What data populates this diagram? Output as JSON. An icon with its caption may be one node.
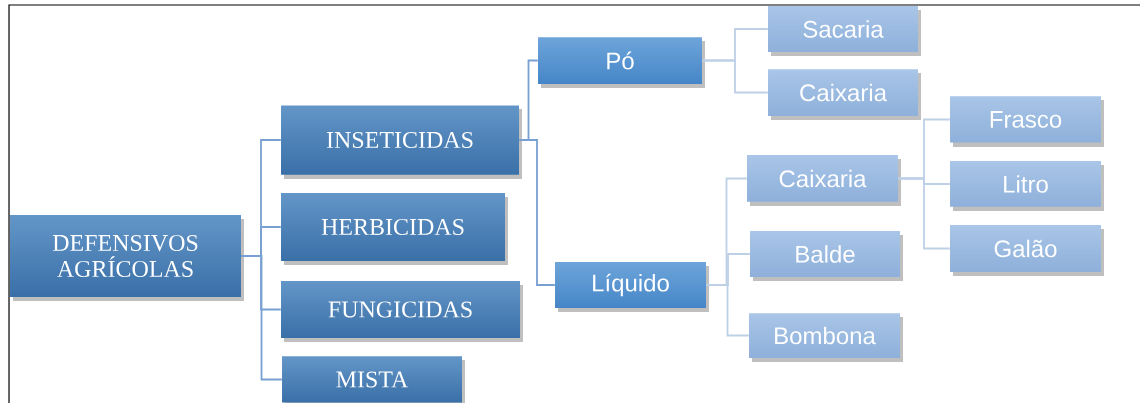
{
  "diagram": {
    "nodes": [
      {
        "text": [
          "DEFENSIVOS AGRÍCOLAS"
        ]
      },
      {
        "text": [
          "INSETICIDAS"
        ]
      },
      {
        "text": [
          "HERBICIDAS"
        ]
      },
      {
        "text": [
          "FUNGICIDAS"
        ]
      },
      {
        "text": [
          "MISTA"
        ]
      },
      {
        "text": [
          "Pó"
        ]
      },
      {
        "text": [
          "Líquido"
        ]
      },
      {
        "text": [
          "Sacaria"
        ]
      },
      {
        "text": [
          "Caixaria"
        ]
      },
      {
        "text": [
          "Caixaria"
        ]
      },
      {
        "text": [
          "Balde"
        ]
      },
      {
        "text": [
          "Bombona"
        ]
      },
      {
        "text": [
          "Frasco"
        ]
      },
      {
        "text": [
          "Litro"
        ]
      },
      {
        "text": [
          "Galão"
        ]
      }
    ],
    "edges": [
      {
        "from": 0,
        "to": 1,
        "arrow": "none"
      },
      {
        "from": 0,
        "to": 2,
        "arrow": "none"
      },
      {
        "from": 0,
        "to": 3,
        "arrow": "none"
      },
      {
        "from": 0,
        "to": 4,
        "arrow": "none"
      },
      {
        "from": 1,
        "to": 5,
        "arrow": "none"
      },
      {
        "from": 1,
        "to": 6,
        "arrow": "none"
      },
      {
        "from": 5,
        "to": 7,
        "arrow": "none"
      },
      {
        "from": 5,
        "to": 8,
        "arrow": "none"
      },
      {
        "from": 6,
        "to": 9,
        "arrow": "none"
      },
      {
        "from": 6,
        "to": 10,
        "arrow": "none"
      },
      {
        "from": 6,
        "to": 11,
        "arrow": "none"
      },
      {
        "from": 9,
        "to": 12,
        "arrow": "none"
      },
      {
        "from": 9,
        "to": 13,
        "arrow": "none"
      },
      {
        "from": 9,
        "to": 14,
        "arrow": "none"
      }
    ]
  }
}
